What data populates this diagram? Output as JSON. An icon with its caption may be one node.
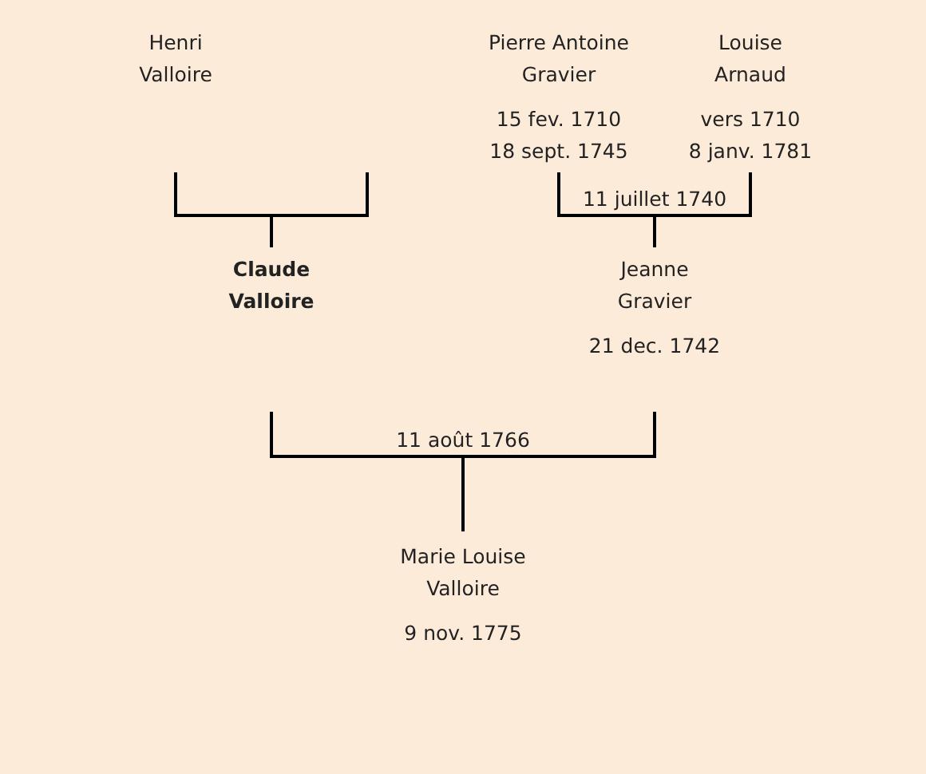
{
  "diagram": {
    "nodes": [
      {
        "text": [
          "Henri Valloire"
        ]
      },
      {
        "text": [
          "Pierre Antoine Gravier",
          "15 fev. 1710",
          "18 sept. 1745"
        ]
      },
      {
        "text": [
          "Louise Arnaud",
          "vers 1710",
          "8 janv. 1781"
        ]
      },
      {
        "text": [
          "Claude Valloire"
        ]
      },
      {
        "text": [
          "Jeanne Gravier",
          "21 dec. 1742"
        ]
      },
      {
        "text": [
          "Marie Louise Valloire",
          "9 nov. 1775"
        ]
      }
    ],
    "edges": [
      {
        "from": 0,
        "to": 3,
        "arrow": "none"
      },
      {
        "from": null,
        "to": 3,
        "arrow": "none"
      },
      {
        "from": 1,
        "to": 4,
        "arrow": "none",
        "label": "11 juillet 1740"
      },
      {
        "from": 2,
        "to": 4,
        "arrow": "none"
      },
      {
        "from": 3,
        "to": 5,
        "arrow": "none",
        "label": "11 août 1766"
      },
      {
        "from": 4,
        "to": 5,
        "arrow": "none"
      }
    ]
  }
}
